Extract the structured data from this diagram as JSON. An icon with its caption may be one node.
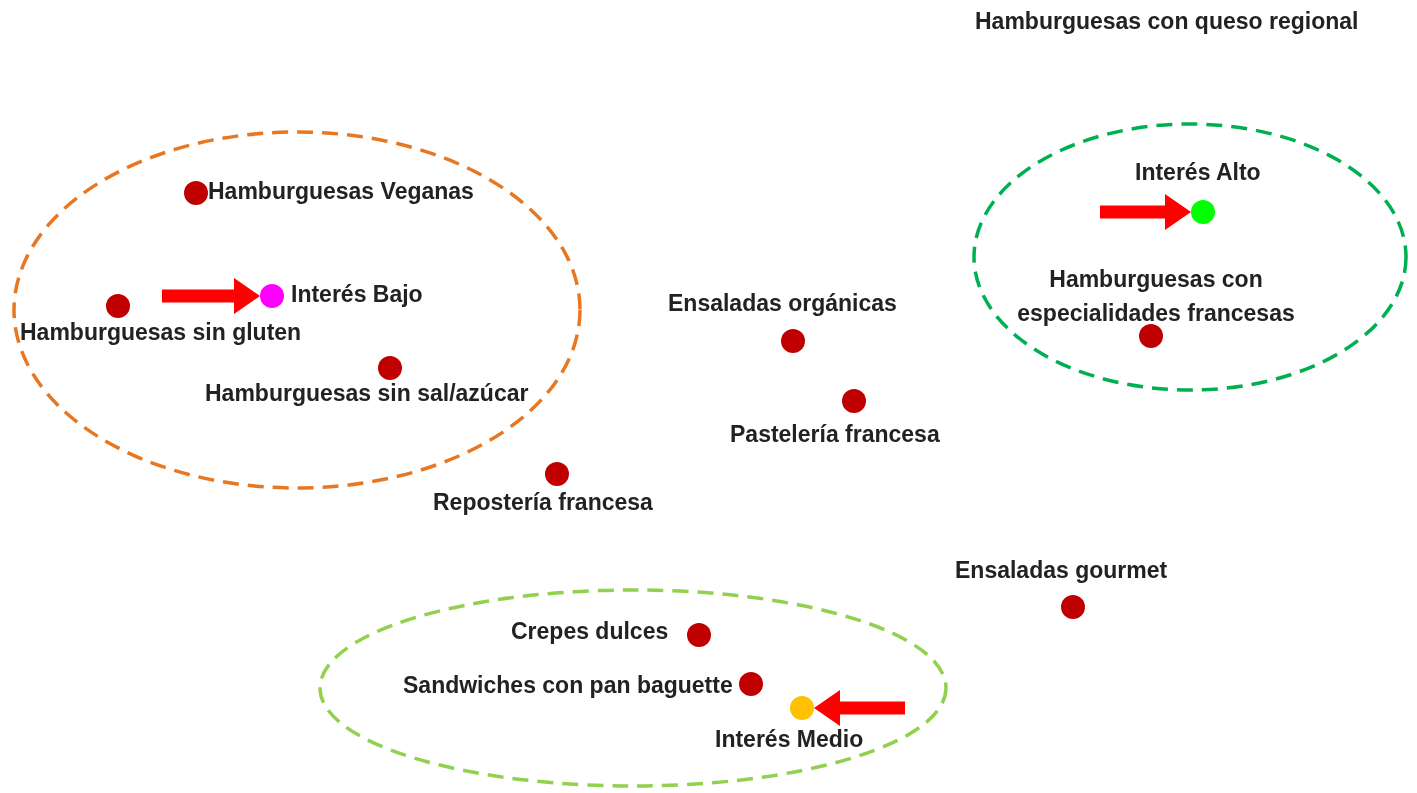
{
  "diagram": {
    "nodes": [
      {
        "text": [],
        "shape": "ellipse"
      },
      {
        "text": [],
        "shape": "circle",
        "beside": [
          "Interés Alto"
        ],
        "in": 0
      },
      {
        "text": [],
        "shape": "circle",
        "beside": [
          "Hamburguesas con especialidades francesas"
        ],
        "in": 0
      },
      {
        "text": [],
        "shape": "ellipse"
      },
      {
        "text": [],
        "shape": "circle",
        "beside": [
          "Hamburguesas Veganas"
        ],
        "in": 3
      },
      {
        "text": [],
        "shape": "circle",
        "beside": [
          "Interés Bajo"
        ],
        "in": 3
      },
      {
        "text": [],
        "shape": "circle",
        "beside": [
          "Hamburguesas sin gluten"
        ],
        "in": 3
      },
      {
        "text": [],
        "shape": "circle",
        "beside": [
          "Hamburguesas sin sal/azúcar"
        ],
        "in": 3
      },
      {
        "text": [],
        "shape": "circle",
        "beside": [
          "Ensaladas orgánicas"
        ]
      },
      {
        "text": [],
        "shape": "circle",
        "beside": [
          "Pastelería francesa"
        ]
      },
      {
        "text": [],
        "shape": "circle",
        "beside": [
          "Repostería francesa"
        ]
      },
      {
        "text": [],
        "shape": "circle",
        "beside": [
          "Ensaladas gourmet"
        ]
      },
      {
        "text": [],
        "shape": "ellipse"
      },
      {
        "text": [],
        "shape": "circle",
        "beside": [
          "Crepes dulces"
        ],
        "in": 12
      },
      {
        "text": [],
        "shape": "circle",
        "beside": [
          "Sandwiches con pan baguette"
        ],
        "in": 12
      },
      {
        "text": [],
        "shape": "circle",
        "beside": [
          "Interés Medio"
        ],
        "in": 12
      }
    ],
    "edges": [
      {
        "from": null,
        "to": 1,
        "arrow": "to"
      },
      {
        "from": null,
        "to": 5,
        "arrow": "to"
      },
      {
        "from": null,
        "to": 15,
        "arrow": "to"
      }
    ],
    "labels": [
      "Hamburguesas con queso regional"
    ]
  }
}
